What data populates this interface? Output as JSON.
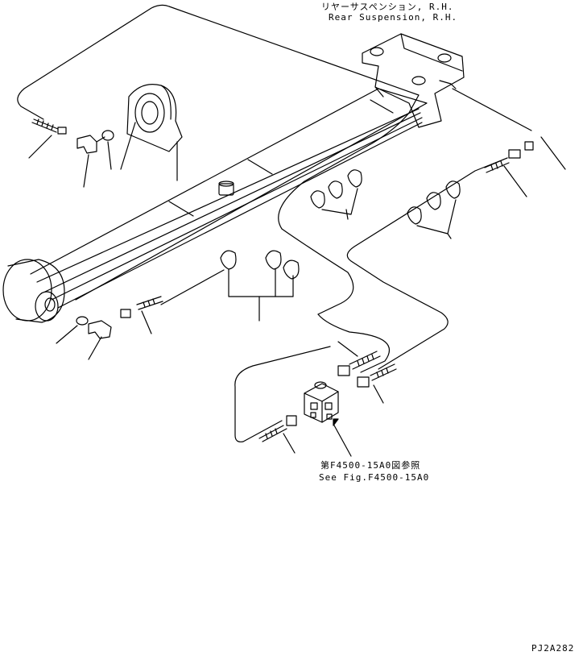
{
  "title_jp": "リヤーサスペンション, R.H.",
  "title_en": "Rear Suspension, R.H.",
  "ref_jp": "第F4500-15A0図参照",
  "ref_en": "See Fig.F4500-15A0",
  "drawing_code": "PJ2A282",
  "colors": {
    "line": "#000000",
    "background": "#ffffff"
  }
}
